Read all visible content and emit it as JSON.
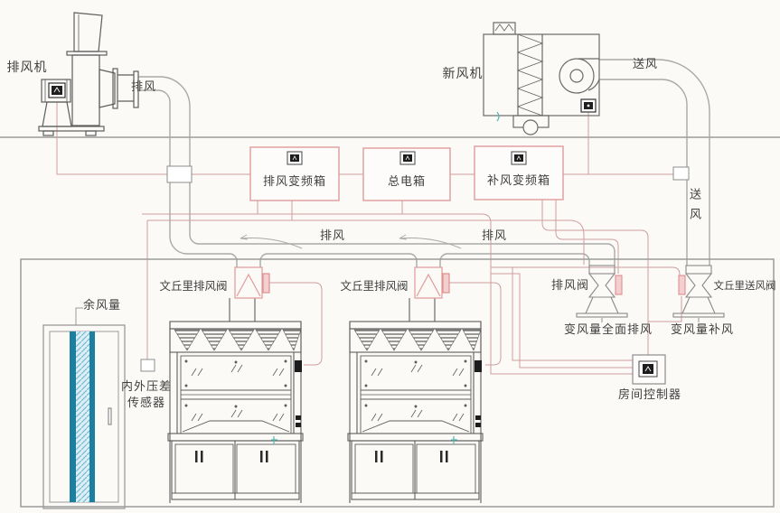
{
  "diagram_type": "lab-ventilation-control-schematic",
  "colors": {
    "background": "#fbfaf7",
    "wire_red": "#cf9e9e",
    "control_box_border": "#dd9494",
    "valve_pink": "#e09a9a",
    "duct_gray": "#a9a9a9",
    "equipment_gray": "#5d5d5d",
    "room_gray": "#9b9b9b",
    "door_teal_dark": "#1d7fa0",
    "door_teal_light": "#dceff6",
    "accent_teal": "#54b8ac",
    "text": "#3f3f3f"
  },
  "labels": {
    "exhaust_fan": "排风机",
    "exhaust_fan_outlet": "排风",
    "fresh_air_unit": "新风机",
    "supply_outlet": "送风",
    "supply_riser": "送风",
    "exhaust_vfd_box": "排风变频箱",
    "main_power_box": "总电箱",
    "makeup_vfd_box": "补风变频箱",
    "exhaust_duct_1": "排风",
    "exhaust_duct_2": "排风",
    "residual_air": "余风量",
    "pressure_sensor_line1": "内外压差",
    "pressure_sensor_line2": "传感器",
    "venturi_exhaust_valve_1": "文丘里排风阀",
    "venturi_exhaust_valve_2": "文丘里排风阀",
    "exhaust_valve": "排风阀",
    "vav_general_exhaust": "变风量全面排风",
    "venturi_supply_valve": "文丘里送风阀",
    "vav_makeup_air": "变风量补风",
    "room_controller": "房间控制器"
  },
  "icons": {
    "control_box_icon": "motor-icon",
    "fan_motor_icon": "motor-icon",
    "room_controller_icon": "motor-icon"
  }
}
